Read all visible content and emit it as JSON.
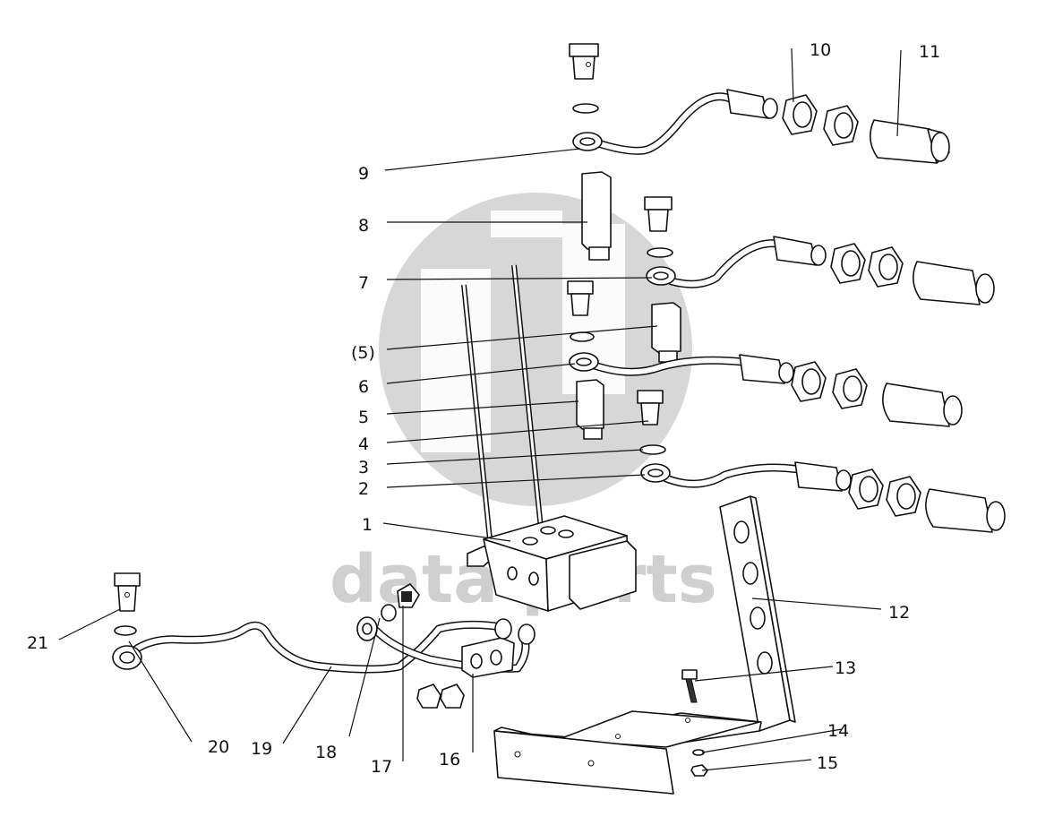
{
  "watermark": {
    "text": "data parts",
    "color": "#d0d0d0"
  },
  "callouts": [
    {
      "id": "c1",
      "label": "1"
    },
    {
      "id": "c2",
      "label": "2"
    },
    {
      "id": "c3",
      "label": "3"
    },
    {
      "id": "c4",
      "label": "4"
    },
    {
      "id": "c5",
      "label": "5"
    },
    {
      "id": "c5b",
      "label": "(5)"
    },
    {
      "id": "c6",
      "label": "6"
    },
    {
      "id": "c7",
      "label": "7"
    },
    {
      "id": "c8",
      "label": "8"
    },
    {
      "id": "c9",
      "label": "9"
    },
    {
      "id": "c10",
      "label": "10"
    },
    {
      "id": "c11",
      "label": "11"
    },
    {
      "id": "c12",
      "label": "12"
    },
    {
      "id": "c13",
      "label": "13"
    },
    {
      "id": "c14",
      "label": "14"
    },
    {
      "id": "c15",
      "label": "15"
    },
    {
      "id": "c16",
      "label": "16"
    },
    {
      "id": "c17",
      "label": "17"
    },
    {
      "id": "c18",
      "label": "18"
    },
    {
      "id": "c19",
      "label": "19"
    },
    {
      "id": "c20",
      "label": "20"
    },
    {
      "id": "c21",
      "label": "21"
    }
  ]
}
